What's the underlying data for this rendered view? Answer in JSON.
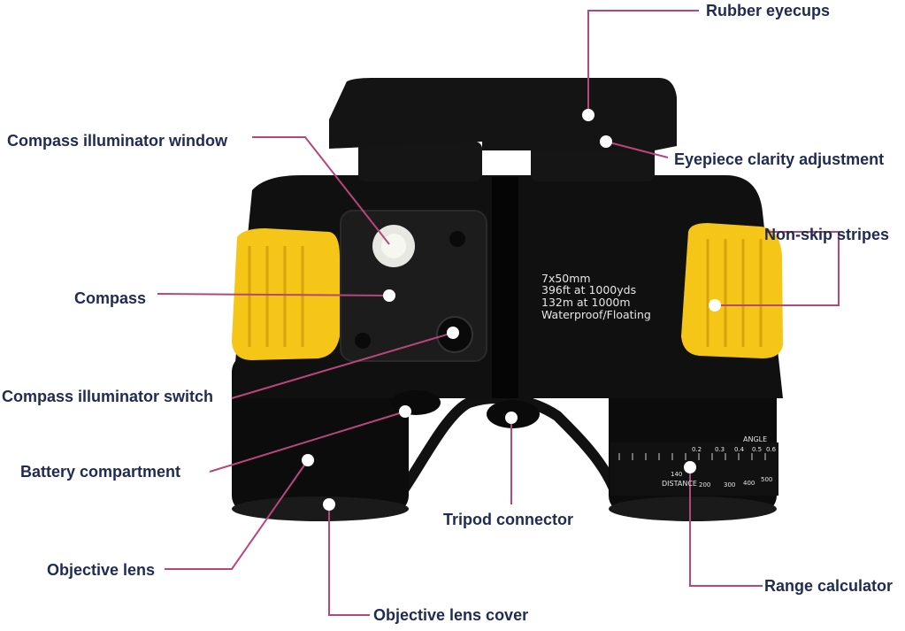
{
  "labels": {
    "rubber_eyecups": "Rubber eyecups",
    "eyepiece_clarity": "Eyepiece clarity adjustment",
    "compass_illuminator_window": "Compass illuminator window",
    "non_skip_stripes": "Non-skip stripes",
    "compass": "Compass",
    "compass_illuminator_switch": "Compass illuminator switch",
    "battery_compartment": "Battery compartment",
    "tripod_connector": "Tripod connector",
    "objective_lens": "Objective lens",
    "range_calculator": "Range calculator",
    "objective_lens_cover": "Objective lens cover"
  },
  "body_text": {
    "line1": "7x50mm",
    "line2": "396ft at 1000yds",
    "line3": "132m at 1000m",
    "line4": "Waterproof/Floating"
  },
  "range_scale": {
    "angle_label": "ANGLE",
    "distance_label": "DISTANCE",
    "angle_ticks": [
      "0.2",
      "0.3",
      "0.4",
      "0.5",
      "0.6"
    ],
    "distance_ticks": [
      "140",
      "200",
      "300",
      "400",
      "500"
    ]
  },
  "colors": {
    "leader_line": "#b8467a",
    "label_text": "#1f2a55",
    "body": "#0d0d0d",
    "grip": "#f5c518"
  }
}
